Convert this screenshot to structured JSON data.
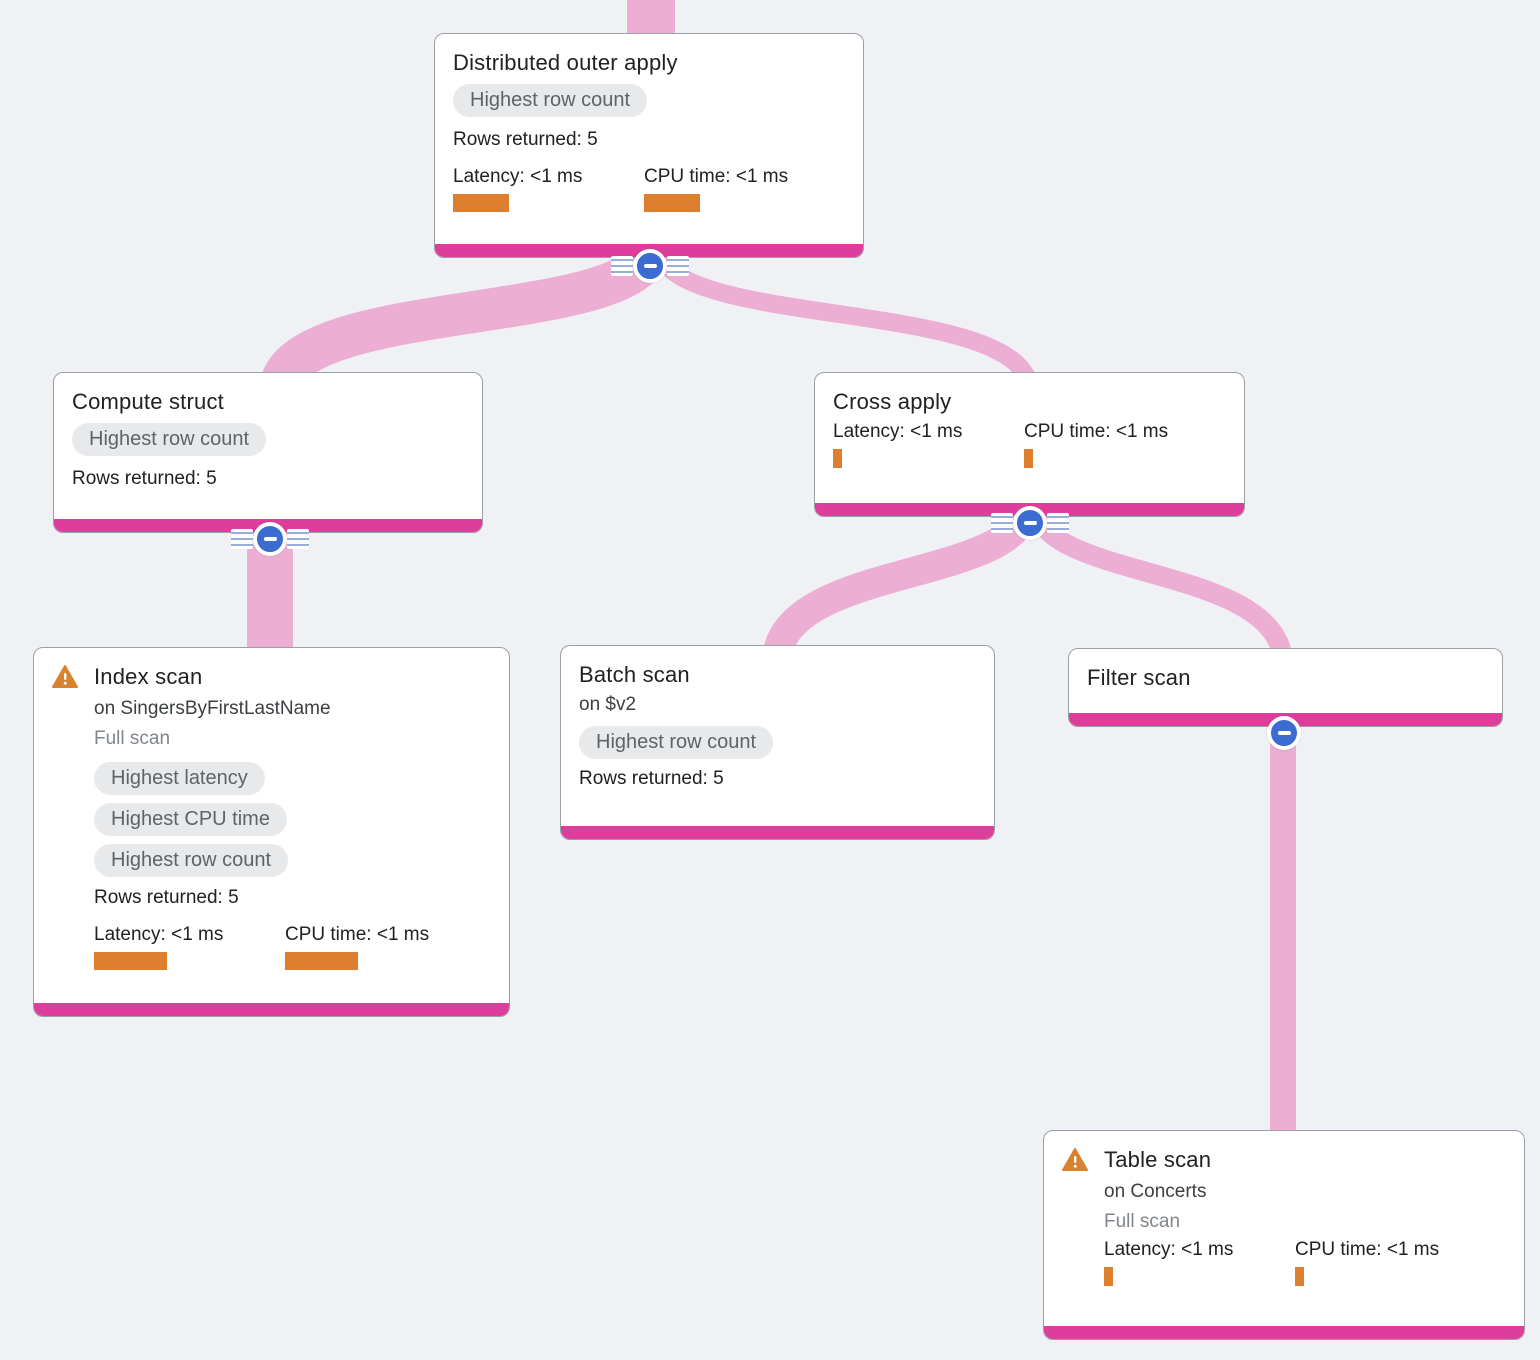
{
  "diagram_type": "query-execution-plan-tree",
  "nodes": {
    "distributed_outer_apply": {
      "title": "Distributed outer apply",
      "badge": "Highest row count",
      "rows_returned": "Rows returned: 5",
      "latency": "Latency: <1 ms",
      "cpu_time": "CPU time: <1 ms"
    },
    "compute_struct": {
      "title": "Compute struct",
      "badge": "Highest row count",
      "rows_returned": "Rows returned: 5"
    },
    "cross_apply": {
      "title": "Cross apply",
      "latency": "Latency: <1 ms",
      "cpu_time": "CPU time: <1 ms"
    },
    "index_scan": {
      "title": "Index scan",
      "subtitle": "on SingersByFirstLastName",
      "scan_type": "Full scan",
      "badges": [
        "Highest latency",
        "Highest CPU time",
        "Highest row count"
      ],
      "rows_returned": "Rows returned: 5",
      "latency": "Latency: <1 ms",
      "cpu_time": "CPU time: <1 ms",
      "has_warning": true
    },
    "batch_scan": {
      "title": "Batch scan",
      "subtitle": "on $v2",
      "badge": "Highest row count",
      "rows_returned": "Rows returned: 5"
    },
    "filter_scan": {
      "title": "Filter scan"
    },
    "table_scan": {
      "title": "Table scan",
      "subtitle": "on Concerts",
      "scan_type": "Full scan",
      "latency": "Latency: <1 ms",
      "cpu_time": "CPU time: <1 ms",
      "has_warning": true
    }
  },
  "edges": [
    {
      "from": "parent-offscreen",
      "to": "distributed_outer_apply"
    },
    {
      "from": "distributed_outer_apply",
      "to": "compute_struct"
    },
    {
      "from": "distributed_outer_apply",
      "to": "cross_apply"
    },
    {
      "from": "compute_struct",
      "to": "index_scan"
    },
    {
      "from": "cross_apply",
      "to": "batch_scan"
    },
    {
      "from": "cross_apply",
      "to": "filter_scan"
    },
    {
      "from": "filter_scan",
      "to": "table_scan"
    }
  ],
  "colors": {
    "background": "#f0f1f4",
    "edge_pink": "#edaed3",
    "node_accent_pink": "#df3d9b",
    "metric_bar_orange": "#dd7f2f",
    "warning_orange": "#d9822f",
    "expander_blue": "#3b6cd1",
    "badge_bg": "#e8e9eb",
    "badge_text": "#5f6368"
  }
}
